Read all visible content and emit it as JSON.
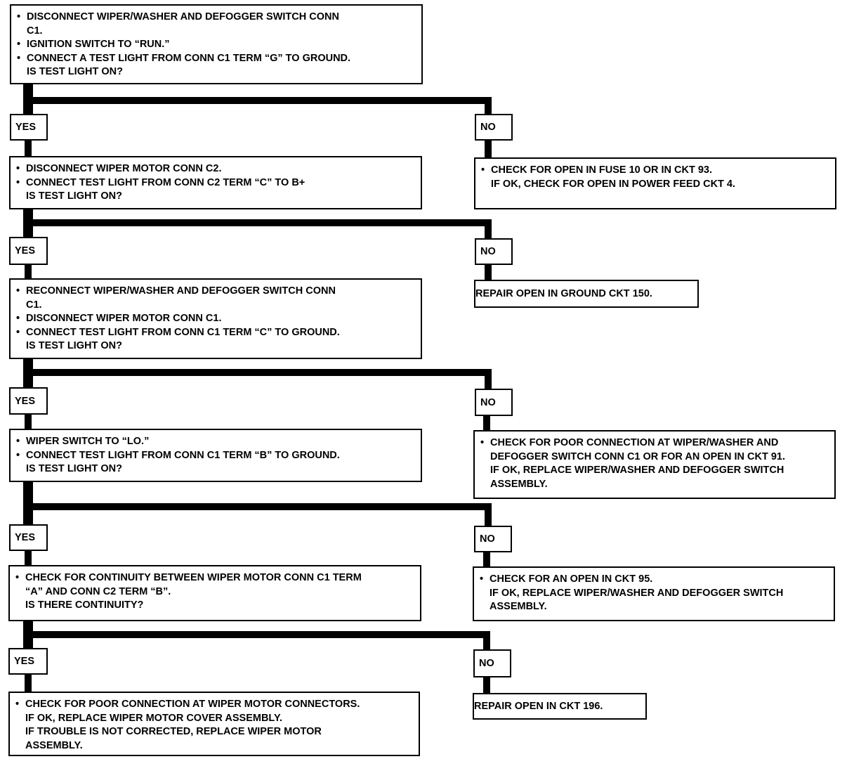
{
  "labels": {
    "yes": "YES",
    "no": "NO"
  },
  "steps": {
    "s1": {
      "items": [
        {
          "text": "DISCONNECT WIPER/WASHER AND DEFOGGER SWITCH CONN",
          "cont": "C1."
        },
        {
          "text": "IGNITION SWITCH TO “RUN.”"
        },
        {
          "text": "CONNECT A TEST LIGHT FROM CONN C1 TERM “G” TO GROUND.",
          "cont": "IS TEST LIGHT ON?"
        }
      ]
    },
    "s2": {
      "items": [
        {
          "text": "DISCONNECT WIPER MOTOR CONN C2."
        },
        {
          "text": "CONNECT TEST LIGHT FROM CONN C2 TERM “C” TO B+",
          "cont": "IS TEST LIGHT ON?"
        }
      ]
    },
    "s3": {
      "items": [
        {
          "text": "RECONNECT WIPER/WASHER AND DEFOGGER SWITCH CONN",
          "cont": "C1."
        },
        {
          "text": "DISCONNECT WIPER MOTOR CONN C1."
        },
        {
          "text": "CONNECT TEST LIGHT FROM CONN C1 TERM “C” TO GROUND.",
          "cont": "IS TEST LIGHT ON?"
        }
      ]
    },
    "s4": {
      "items": [
        {
          "text": "WIPER SWITCH TO “LO.”"
        },
        {
          "text": "CONNECT TEST LIGHT FROM CONN C1 TERM “B” TO GROUND.",
          "cont": "IS TEST LIGHT ON?"
        }
      ]
    },
    "s5": {
      "items": [
        {
          "text": "CHECK FOR CONTINUITY BETWEEN WIPER MOTOR CONN C1 TERM",
          "cont": "“A” AND CONN C2 TERM “B”.",
          "cont2": "IS THERE CONTINUITY?"
        }
      ]
    },
    "s6": {
      "items": [
        {
          "text": "CHECK FOR POOR CONNECTION AT WIPER MOTOR CONNECTORS.",
          "cont": "IF OK, REPLACE WIPER MOTOR COVER ASSEMBLY.",
          "cont2": "IF TROUBLE IS NOT CORRECTED, REPLACE WIPER MOTOR",
          "cont3": "ASSEMBLY."
        }
      ]
    }
  },
  "results": {
    "r1": {
      "text": "CHECK FOR OPEN IN FUSE 10 OR IN CKT 93.",
      "cont": "IF OK, CHECK FOR OPEN IN POWER FEED CKT 4."
    },
    "r2": {
      "text": "REPAIR OPEN IN GROUND CKT 150."
    },
    "r3": {
      "text": "CHECK FOR POOR CONNECTION AT WIPER/WASHER AND",
      "cont": "DEFOGGER SWITCH CONN C1 OR FOR AN OPEN IN CKT 91.",
      "cont2": "IF OK, REPLACE WIPER/WASHER AND DEFOGGER SWITCH",
      "cont3": "ASSEMBLY."
    },
    "r4": {
      "text": "CHECK FOR AN OPEN IN CKT 95.",
      "cont": "IF OK, REPLACE WIPER/WASHER AND DEFOGGER SWITCH",
      "cont2": "ASSEMBLY."
    },
    "r5": {
      "text": "REPAIR OPEN IN CKT 196."
    }
  }
}
